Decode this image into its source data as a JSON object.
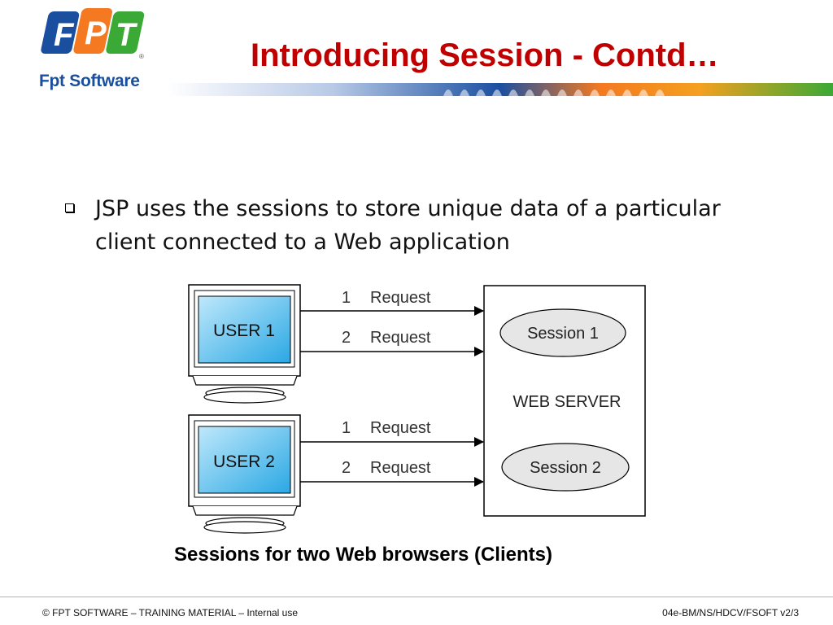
{
  "header": {
    "title": "Introducing Session - Contd…",
    "logo_letters": [
      "F",
      "P",
      "T"
    ],
    "logo_company": "Fpt Software",
    "logo_mark": "®"
  },
  "body": {
    "bullet": "JSP uses the sessions to store unique data of a particular client connected to a Web application"
  },
  "diagram": {
    "users": [
      {
        "label": "USER 1",
        "requests": [
          {
            "num": "1",
            "label": "Request"
          },
          {
            "num": "2",
            "label": "Request"
          }
        ]
      },
      {
        "label": "USER 2",
        "requests": [
          {
            "num": "1",
            "label": "Request"
          },
          {
            "num": "2",
            "label": "Request"
          }
        ]
      }
    ],
    "server_label": "WEB SERVER",
    "sessions": [
      "Session 1",
      "Session 2"
    ]
  },
  "caption": "Sessions for two Web browsers (Clients)",
  "footer": {
    "left": "© FPT SOFTWARE – TRAINING MATERIAL – Internal use",
    "right": "04e-BM/NS/HDCV/FSOFT v2/3"
  },
  "colors": {
    "title": "#c00000",
    "logo_blue": "#1a4fa0",
    "logo_orange": "#f47920",
    "logo_green": "#3aa935",
    "screen": "#3ab4e8"
  }
}
